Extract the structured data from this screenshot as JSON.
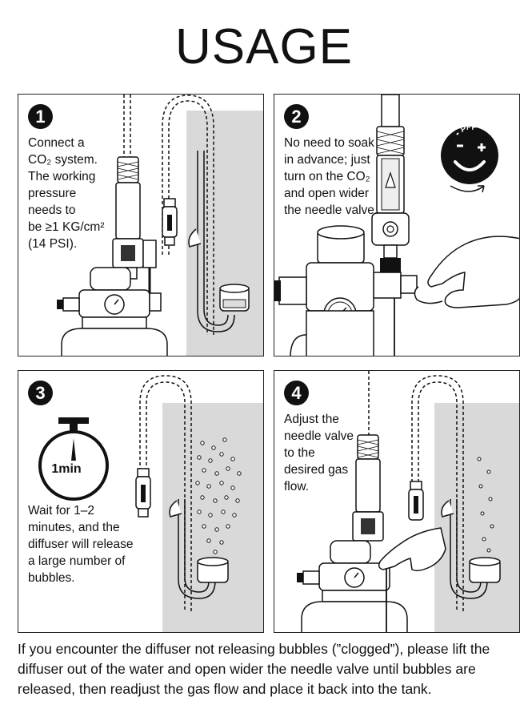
{
  "page": {
    "title": "USAGE",
    "footer": "If you encounter the diffuser not releasing bubbles (”clogged”), please lift the diffuser out of the water and open wider the needle valve until bubbles are released, then readjust the gas flow and place it back into the tank."
  },
  "steps": [
    {
      "number": "1",
      "text": "Connect a\nCO₂ system.\nThe working\npressure\nneeds to\nbe ≥1 KG/cm²\n(14 PSI)."
    },
    {
      "number": "2",
      "text": "No need to soak\nin advance; just\nturn on the CO₂\nand open wider\nthe needle valve.",
      "knob_label": "OFF"
    },
    {
      "number": "3",
      "text": "Wait for 1–2\nminutes, and the\ndiffuser will release\na large number of\nbubbles.",
      "timer_label": "1min"
    },
    {
      "number": "4",
      "text": "Adjust the\nneedle valve\nto the\ndesired gas\nflow."
    }
  ],
  "colors": {
    "ink": "#111111",
    "tank_water": "#d9d9d9",
    "border": "#222222"
  }
}
